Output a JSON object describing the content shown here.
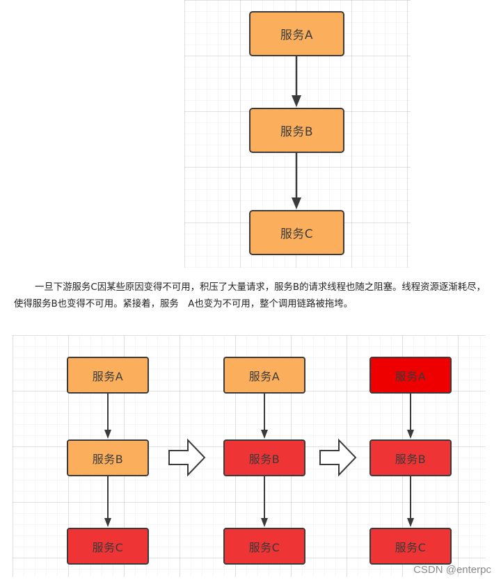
{
  "colors": {
    "healthy": "#fbaf5d",
    "failed": "#ee3434",
    "failed_root": "#ee0000",
    "border": "#3a3a3a",
    "arrow": "#3a3a3a"
  },
  "top_diagram": {
    "nodes": [
      {
        "label": "服务A",
        "state": "healthy"
      },
      {
        "label": "服务B",
        "state": "healthy"
      },
      {
        "label": "服务C",
        "state": "healthy"
      }
    ]
  },
  "caption": {
    "text": "一旦下游服务C因某些原因变得不可用，积压了大量请求，服务B的请求线程也随之阻塞。线程资源逐渐耗尽，使得服务B也变得不可用。紧接着，服务　A也变为不可用，整个调用链路被拖垮。"
  },
  "bottom_diagram": {
    "stages": [
      {
        "nodes": [
          {
            "label": "服务A",
            "state": "healthy"
          },
          {
            "label": "服务B",
            "state": "healthy"
          },
          {
            "label": "服务C",
            "state": "failed"
          }
        ]
      },
      {
        "nodes": [
          {
            "label": "服务A",
            "state": "healthy"
          },
          {
            "label": "服务B",
            "state": "failed"
          },
          {
            "label": "服务C",
            "state": "failed"
          }
        ]
      },
      {
        "nodes": [
          {
            "label": "服务A",
            "state": "failed_root"
          },
          {
            "label": "服务B",
            "state": "failed"
          },
          {
            "label": "服务C",
            "state": "failed"
          }
        ]
      }
    ]
  },
  "watermark": "CSDN @enterpc"
}
